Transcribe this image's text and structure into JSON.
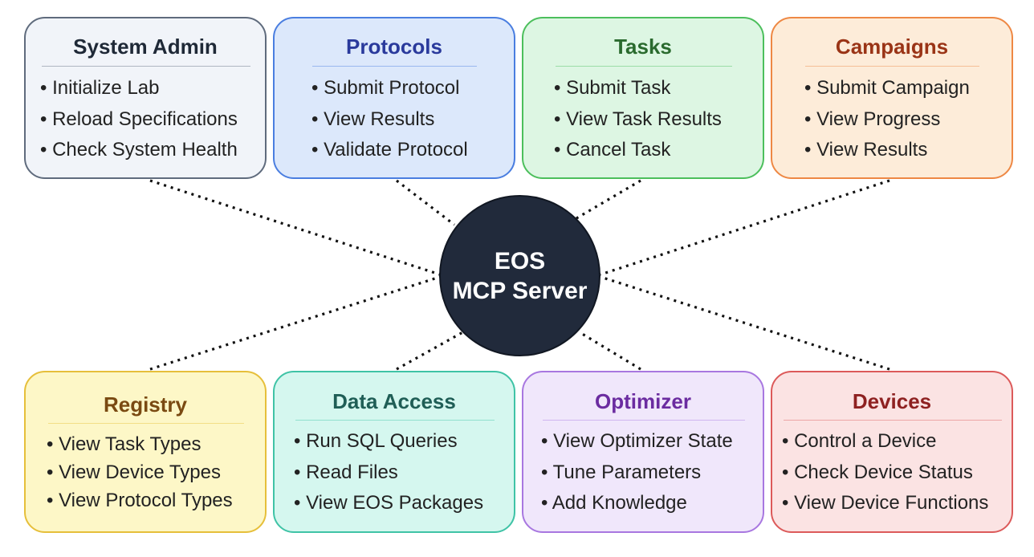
{
  "hub": {
    "line1": "EOS",
    "line2": "MCP Server",
    "fill": "#212a3b"
  },
  "connector_color": "#111111",
  "cards": {
    "system_admin": {
      "title": "System Admin",
      "title_color": "#1f2937",
      "fill": "#f1f4f9",
      "border": "#5f6b7d",
      "items": [
        "• Initialize Lab",
        "• Reload Specifications",
        "• Check System Health"
      ]
    },
    "protocols": {
      "title": "Protocols",
      "title_color": "#2a3a9c",
      "fill": "#dce8fb",
      "border": "#4a7ee0",
      "items": [
        "• Submit Protocol",
        "• View Results",
        "• Validate Protocol"
      ]
    },
    "tasks": {
      "title": "Tasks",
      "title_color": "#2a6a2e",
      "fill": "#ddf6e3",
      "border": "#4cbf5c",
      "items": [
        "• Submit Task",
        "• View Task Results",
        "• Cancel Task"
      ]
    },
    "campaigns": {
      "title": "Campaigns",
      "title_color": "#9a3416",
      "fill": "#fdecd9",
      "border": "#ee8844",
      "items": [
        "• Submit Campaign",
        "• View Progress",
        "• View Results"
      ]
    },
    "registry": {
      "title": "Registry",
      "title_color": "#7a4a12",
      "fill": "#fdf7c7",
      "border": "#e6bf3a",
      "items": [
        "• View Task Types",
        "• View Device Types",
        "• View Protocol Types"
      ]
    },
    "data_access": {
      "title": "Data Access",
      "title_color": "#1f5e56",
      "fill": "#d5f7ef",
      "border": "#3fc3a6",
      "items": [
        "• Run SQL Queries",
        "• Read Files",
        "• View EOS Packages"
      ]
    },
    "optimizer": {
      "title": "Optimizer",
      "title_color": "#6b2ca0",
      "fill": "#f0e7fb",
      "border": "#a877e0",
      "items": [
        "• View Optimizer State",
        "• Tune Parameters",
        "• Add Knowledge"
      ]
    },
    "devices": {
      "title": "Devices",
      "title_color": "#8e2121",
      "fill": "#fbe3e3",
      "border": "#dc5a5a",
      "items": [
        "• Control a Device",
        "• Check Device Status",
        "• View Device Functions"
      ]
    }
  }
}
